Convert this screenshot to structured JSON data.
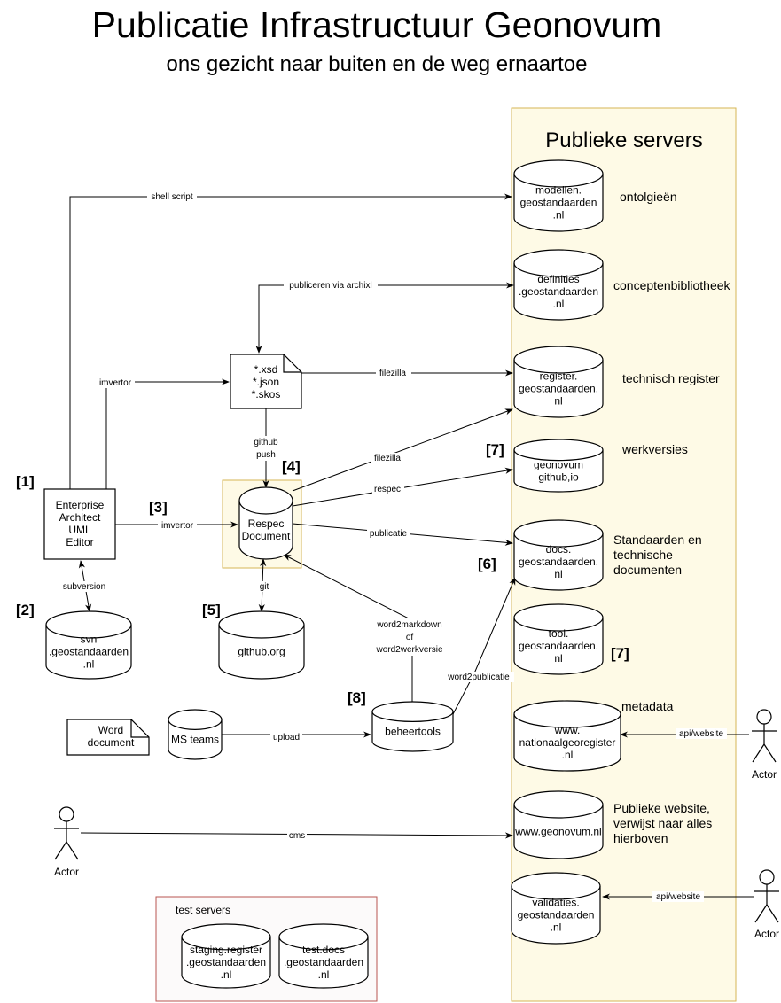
{
  "title": "Publicatie Infrastructuur Geonovum",
  "subtitle": "ons gezicht naar buiten en de weg ernaartoe",
  "public_panel": {
    "title": "Publieke servers",
    "color": "#fefae6",
    "border": "#d6b656"
  },
  "test_panel": {
    "title": "test servers",
    "color": "#fcfafa",
    "border": "#b85450"
  },
  "servers": {
    "modellen": [
      "modellen.",
      "geostandaarden",
      ".nl"
    ],
    "definities": [
      "definities",
      ".geostandaarden",
      ".nl"
    ],
    "register": [
      "register.",
      "geostandaarden.",
      "nl"
    ],
    "github_io": [
      "geonovum",
      "github,io"
    ],
    "docs": [
      "docs.",
      "geostandaarden.",
      "nl"
    ],
    "tool": [
      "tool.",
      "geostandaarden.",
      "nl"
    ],
    "ngr": [
      "www.",
      "nationaalgeoregister",
      ".nl"
    ],
    "geonovum": [
      "www.geonovum.nl"
    ],
    "validaties": [
      "validaties.",
      "geostandaarden",
      ".nl"
    ]
  },
  "descriptions": {
    "modellen": [
      "ontolgieën"
    ],
    "definities": [
      "conceptenbibliotheek"
    ],
    "register": [
      "technisch register"
    ],
    "github_io": [
      "werkversies"
    ],
    "docs": [
      "Standaarden en",
      "technische",
      "documenten"
    ],
    "ngr": [
      "metadata"
    ],
    "geonovum": [
      "Publieke website,",
      "verwijst naar alles",
      "hierboven"
    ]
  },
  "nodes": {
    "ea": [
      "Enterprise",
      "Architect",
      "UML",
      "Editor"
    ],
    "file": [
      "*.xsd",
      "*.json",
      "*.skos"
    ],
    "respec": [
      "Respec",
      "Document"
    ],
    "svn": [
      "svn",
      ".geostandaarden",
      ".nl"
    ],
    "github_org": [
      "github.org"
    ],
    "word": [
      "Word",
      "document"
    ],
    "msteams": [
      "MS teams"
    ],
    "beheertools": [
      "beheertools"
    ],
    "staging": [
      "staging.register",
      ".geostandaarden",
      ".nl"
    ],
    "testdocs": [
      "test.docs",
      ".geostandaarden",
      ".nl"
    ]
  },
  "actors": [
    "Actor",
    "Actor",
    "Actor"
  ],
  "edge_labels": {
    "shell_script": "shell script",
    "archixl": "publiceren via archixl",
    "imvertor1": "imvertor",
    "filezilla1": "filezilla",
    "github_push": [
      "github",
      "push"
    ],
    "filezilla2": "filezilla",
    "respec": "respec",
    "imvertor2": "imvertor",
    "publicatie": "publicatie",
    "subversion": "subversion",
    "git": "git",
    "word2markdown": [
      "word2markdown",
      "of",
      "word2werkversie"
    ],
    "word2publicatie": "word2publicatie",
    "upload": "upload",
    "cms": "cms",
    "api1": "api/website",
    "api2": "api/website"
  },
  "numbers": {
    "n1": "[1]",
    "n2": "[2]",
    "n3": "[3]",
    "n4": "[4]",
    "n5": "[5]",
    "n6": "[6]",
    "n7a": "[7]",
    "n7b": "[7]",
    "n8": "[8]"
  }
}
